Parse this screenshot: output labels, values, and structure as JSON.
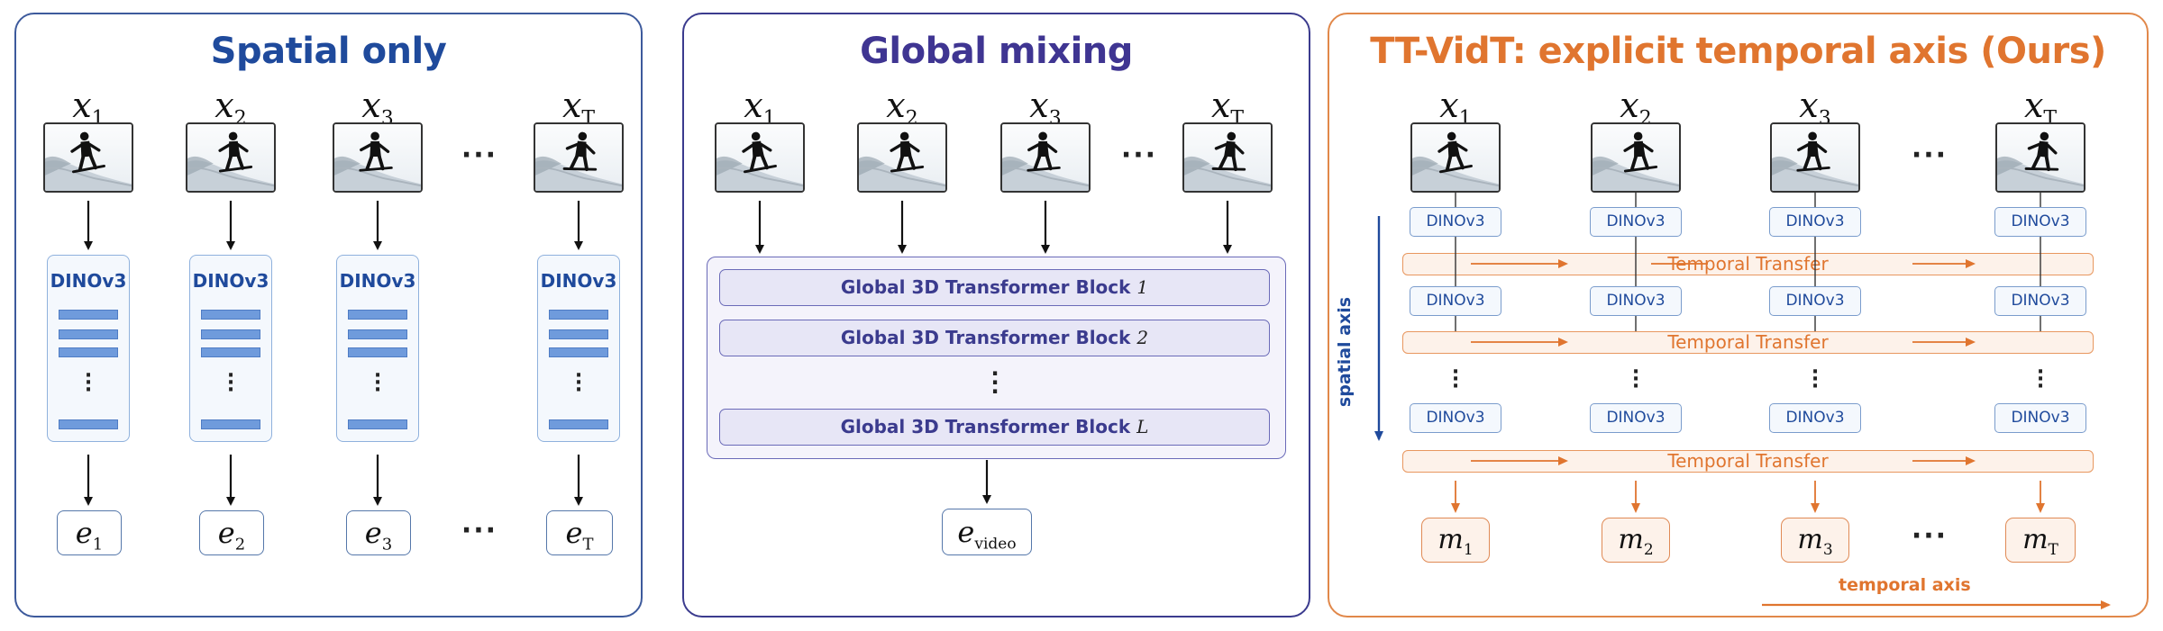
{
  "panels": {
    "spatial": {
      "title": "Spatial only",
      "frames": [
        {
          "label": "x",
          "sub": "1"
        },
        {
          "label": "x",
          "sub": "2"
        },
        {
          "label": "x",
          "sub": "3"
        },
        {
          "label": "x",
          "sub": "T"
        }
      ],
      "ellipsis": "···",
      "encoder_label": "DINOv3",
      "vdots": "·\n·\n·",
      "outputs": [
        {
          "label": "e",
          "sub": "1"
        },
        {
          "label": "e",
          "sub": "2"
        },
        {
          "label": "e",
          "sub": "3"
        },
        {
          "label": "e",
          "sub": "T"
        }
      ]
    },
    "global": {
      "title": "Global mixing",
      "frames": [
        {
          "label": "x",
          "sub": "1"
        },
        {
          "label": "x",
          "sub": "2"
        },
        {
          "label": "x",
          "sub": "3"
        },
        {
          "label": "x",
          "sub": "T"
        }
      ],
      "ellipsis": "···",
      "blocks": [
        {
          "text": "Global 3D Transformer Block",
          "index": "1"
        },
        {
          "text": "Global 3D Transformer Block",
          "index": "2"
        },
        {
          "text": "Global 3D Transformer Block",
          "index": "L"
        }
      ],
      "output": {
        "label": "e",
        "sub": "video"
      }
    },
    "ttvidt": {
      "title": "TT-VidT: explicit temporal axis (Ours)",
      "frames": [
        {
          "label": "x",
          "sub": "1"
        },
        {
          "label": "x",
          "sub": "2"
        },
        {
          "label": "x",
          "sub": "3"
        },
        {
          "label": "x",
          "sub": "T"
        }
      ],
      "ellipsis": "···",
      "encoder_label": "DINOv3",
      "transfer_label": "Temporal Transfer",
      "outputs": [
        {
          "label": "m",
          "sub": "1"
        },
        {
          "label": "m",
          "sub": "2"
        },
        {
          "label": "m",
          "sub": "3"
        },
        {
          "label": "m",
          "sub": "T"
        }
      ],
      "spatial_axis_label": "spatial axis",
      "temporal_axis_label": "temporal axis"
    }
  },
  "colors": {
    "spatial_accent": "#1f4a9c",
    "global_accent": "#3f3592",
    "ttvidt_accent": "#e0752f",
    "encoder_layer": "#6f9bdc"
  },
  "icons": {
    "frame": "snowboarder-thumbnail-icon"
  }
}
